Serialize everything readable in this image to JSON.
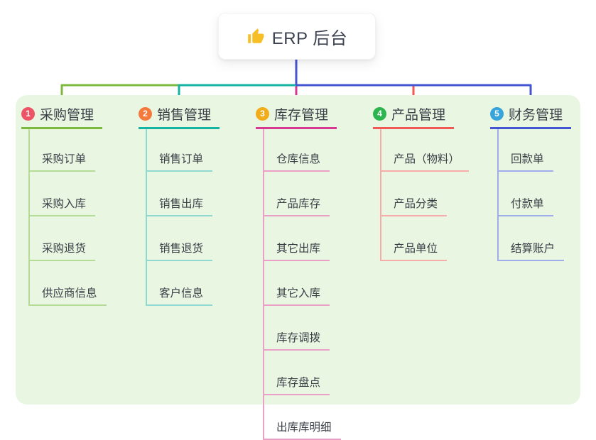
{
  "root": {
    "label": "ERP 后台",
    "icon": "thumbs-up-icon",
    "icon_color": "#f6bf26",
    "card_bg": "#ffffff",
    "text_color": "#3c4250"
  },
  "canvas": {
    "panel_bg": "#e9f6e2",
    "stem_color": "#4455d2"
  },
  "branches": [
    {
      "badge": "1",
      "badge_color": "#ec5565",
      "title": "采购管理",
      "line_color": "#7cb93e",
      "child_line_color": "#b5dc97",
      "children": [
        "采购订单",
        "采购入库",
        "采购退货",
        "供应商信息"
      ]
    },
    {
      "badge": "2",
      "badge_color": "#f4793b",
      "title": "销售管理",
      "line_color": "#14b3a2",
      "child_line_color": "#8fd9d0",
      "children": [
        "销售订单",
        "销售出库",
        "销售退货",
        "客户信息"
      ]
    },
    {
      "badge": "3",
      "badge_color": "#f2ac19",
      "title": "库存管理",
      "line_color": "#d6398f",
      "child_line_color": "#ea9fc6",
      "children": [
        "仓库信息",
        "产品库存",
        "其它出库",
        "其它入库",
        "库存调拨",
        "库存盘点",
        "出库库明细"
      ]
    },
    {
      "badge": "4",
      "badge_color": "#2cb44e",
      "title": "产品管理",
      "line_color": "#f25855",
      "child_line_color": "#f9adaa",
      "children": [
        "产品（物料）",
        "产品分类",
        "产品单位"
      ]
    },
    {
      "badge": "5",
      "badge_color": "#37a4da",
      "title": "财务管理",
      "line_color": "#4455d2",
      "child_line_color": "#9fadea",
      "children": [
        "回款单",
        "付款单",
        "结算账户"
      ]
    }
  ]
}
